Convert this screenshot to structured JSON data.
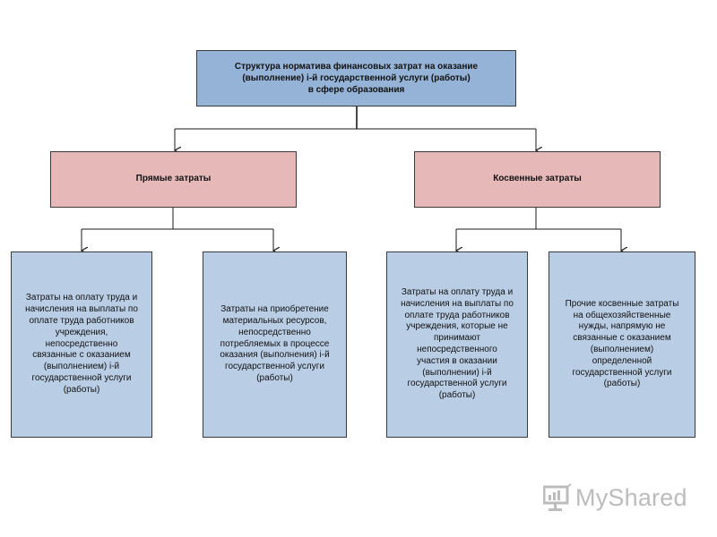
{
  "diagram": {
    "root": {
      "label": "Структура норматива финансовых затрат на оказание\n(выполнение) i-й государственной услуги (работы)\nв сфере образования"
    },
    "branches": [
      {
        "label": "Прямые затраты",
        "children": [
          "Затраты на оплату труда и\nначисления на выплаты по\nоплате труда работников\nучреждения,\nнепосредственно\nсвязанные с оказанием\n(выполнением) i-й\nгосударственной услуги\n(работы)",
          "Затраты на приобретение\nматериальных ресурсов,\nнепосредственно\nпотребляемых в процессе\nоказания (выполнения) i-й\nгосударственной услуги\n(работы)"
        ]
      },
      {
        "label": "Косвенные затраты",
        "children": [
          "Затраты на оплату труда и\nначисления на выплаты по\nоплате труда работников\nучреждения, которые не\nпринимают\nнепосредственного\nучастия в оказании\n(выполнении) i-й\nгосударственной услуги\n(работы)",
          "Прочие косвенные затраты\nна общехозяйственные\nнужды, напрямую не\nсвязанные с оказанием\n(выполнением)\nопределенной\nгосударственной услуги\n(работы)"
        ]
      }
    ]
  },
  "watermark": {
    "text": "MyShared",
    "icon": "presentation-board-icon"
  },
  "colors": {
    "root_fill": "#95b3d7",
    "branch_fill": "#e6b9b8",
    "leaf_fill": "#b9cde5",
    "connector": "#1a1a1a"
  }
}
